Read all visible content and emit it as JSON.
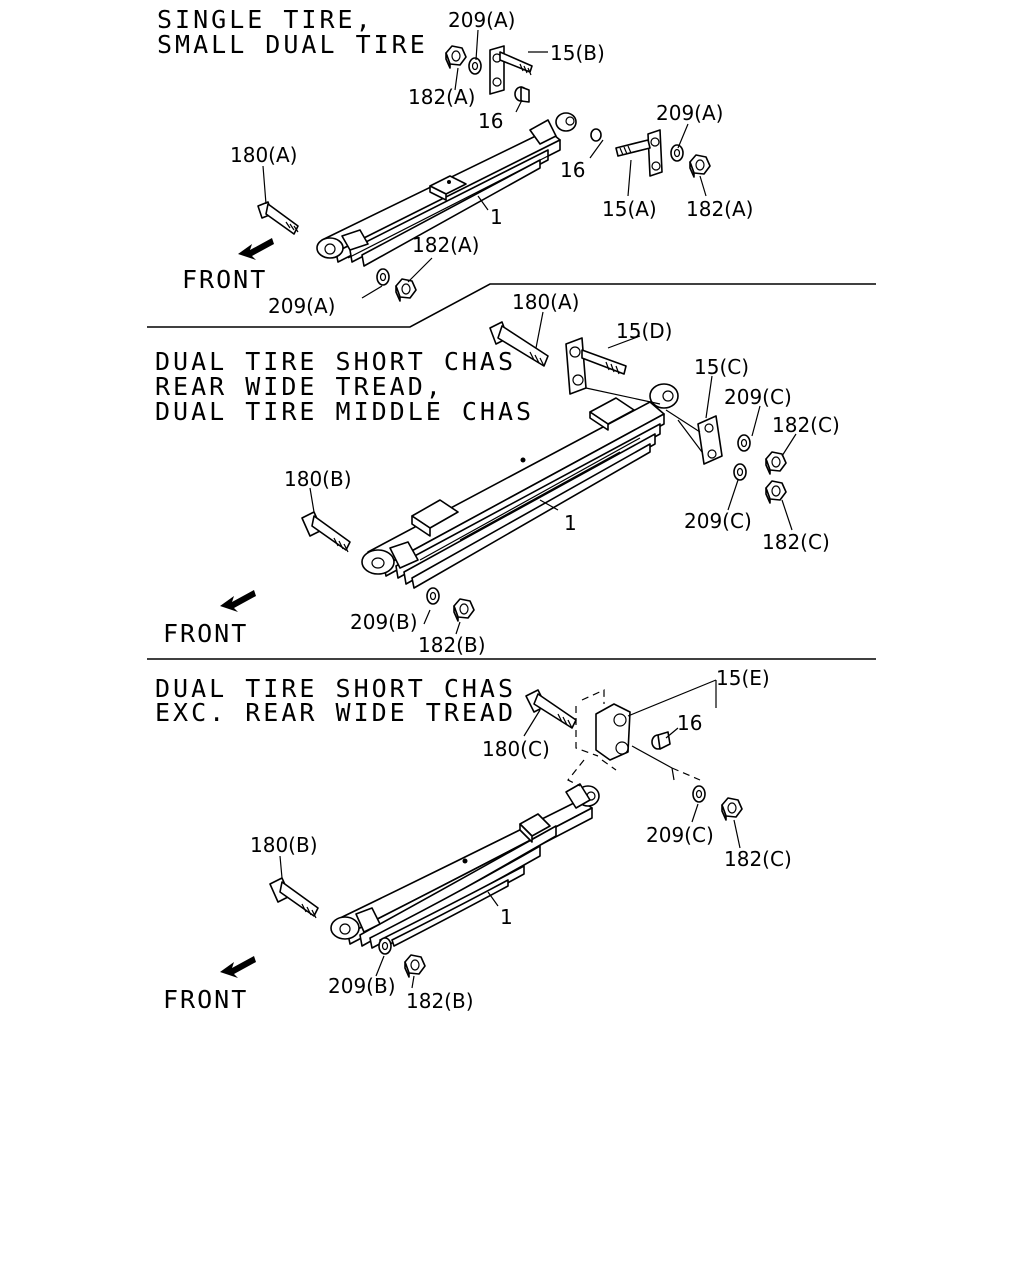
{
  "sections": [
    {
      "title_lines": [
        "SINGLE TIRE,",
        "SMALL DUAL TIRE"
      ],
      "front_label": "FRONT",
      "callouts": [
        "209(A)",
        "15(B)",
        "182(A)",
        "16",
        "209(A)",
        "16",
        "180(A)",
        "1",
        "15(A)",
        "182(A)",
        "182(A)",
        "209(A)"
      ]
    },
    {
      "title_lines": [
        "DUAL TIRE SHORT CHAS",
        "REAR WIDE TREAD,",
        "DUAL TIRE MIDDLE CHAS"
      ],
      "front_label": "FRONT",
      "callouts": [
        "180(A)",
        "15(D)",
        "15(C)",
        "209(C)",
        "182(C)",
        "180(B)",
        "1",
        "209(C)",
        "182(C)",
        "209(B)",
        "182(B)"
      ]
    },
    {
      "title_lines": [
        "DUAL TIRE SHORT CHAS",
        "EXC. REAR WIDE TREAD"
      ],
      "front_label": "FRONT",
      "callouts": [
        "15(E)",
        "16",
        "180(C)",
        "209(C)",
        "182(C)",
        "180(B)",
        "1",
        "209(B)",
        "182(B)"
      ]
    }
  ]
}
